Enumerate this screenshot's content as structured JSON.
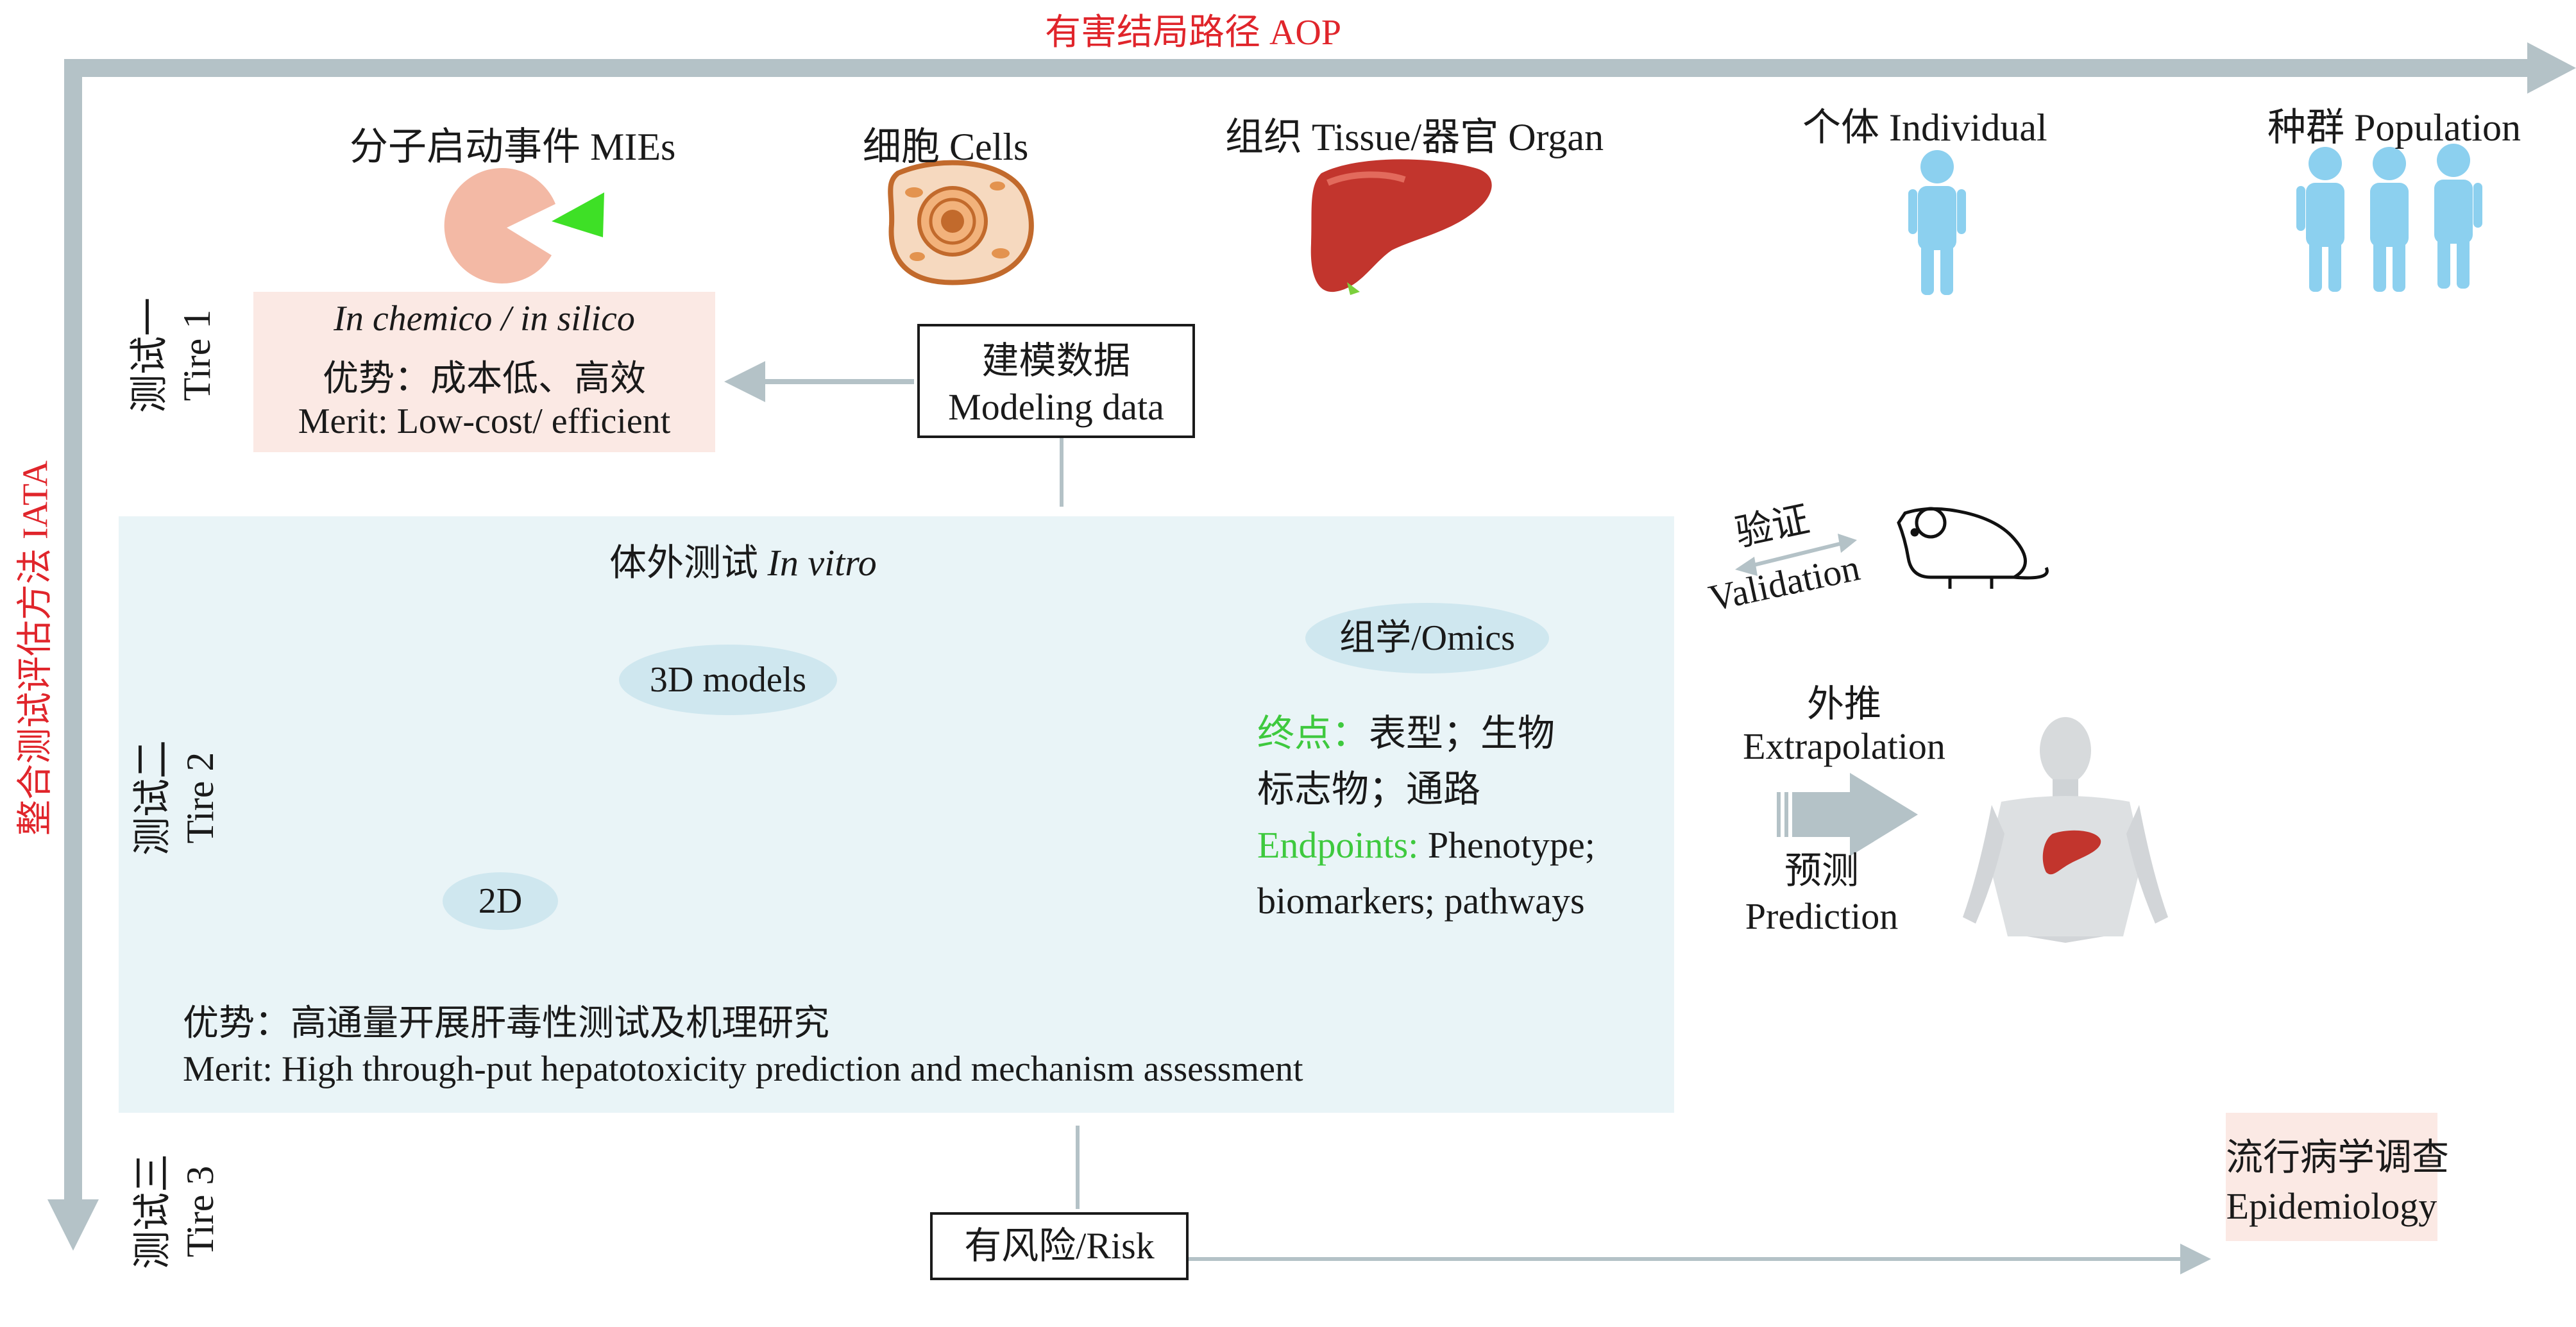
{
  "axes": {
    "aop": "有害结局路径 AOP",
    "iata": "整合测试评估方法 IATA"
  },
  "levels": {
    "mie": "分子启动事件 MIEs",
    "cells": "细胞 Cells",
    "tissue": "组织 Tissue/器官 Organ",
    "individual": "个体 Individual",
    "population": "种群 Population"
  },
  "tiers": {
    "tier1": {
      "cn": "测试一",
      "en": "Tire 1"
    },
    "tier2": {
      "cn": "测试二",
      "en": "Tire 2"
    },
    "tier3": {
      "cn": "测试三",
      "en": "Tire 3"
    }
  },
  "tier1_box": {
    "title": "In chemico / in silico",
    "advantage": "优势：成本低、高效",
    "merit": "Merit: Low-cost/ efficient"
  },
  "modeling_box": {
    "cn": "建模数据",
    "en": "Modeling data"
  },
  "tier2": {
    "title_cn": "体外测试",
    "title_en": "In vitro",
    "models_3d": "3D models",
    "models_2d": "2D",
    "omics": "组学/Omics",
    "endpoints_label_cn": "终点：",
    "endpoints_cn_1": "表型；生物",
    "endpoints_cn_2": "标志物；通路",
    "endpoints_label_en": "Endpoints:",
    "endpoints_en_1": " Phenotype;",
    "endpoints_en_2": "biomarkers; pathways",
    "advantage": "优势：高通量开展肝毒性测试及机理研究",
    "merit": "Merit: High through-put hepatotoxicity prediction and mechanism assessment"
  },
  "validation": {
    "cn": "验证",
    "en": "Validation"
  },
  "extrapolation": {
    "cn": "外推",
    "en": "Extrapolation"
  },
  "prediction": {
    "cn": "预测",
    "en": "Prediction"
  },
  "risk_box": "有风险/Risk",
  "epidemiology": {
    "cn": "流行病学调查",
    "en": "Epidemiology"
  },
  "colors": {
    "axis_arrow": "#b4c2c7",
    "axis_text": "#e0252b",
    "pink_box": "#fbe9e4",
    "panel": "#e9f4f7",
    "bubble": "#cfe7ef",
    "person": "#8cd0ef",
    "liver": "#c2352d",
    "green": "#3ec93e",
    "well": "#c9abe6"
  },
  "icons": [
    "pacman-molecule-icon",
    "cell-icon",
    "liver-icon",
    "person-icon",
    "population-icon",
    "well-plate-icon",
    "bioreactor-icon",
    "flow-chamber-icon",
    "monolayer-icon",
    "mouse-icon",
    "human-body-icon"
  ]
}
